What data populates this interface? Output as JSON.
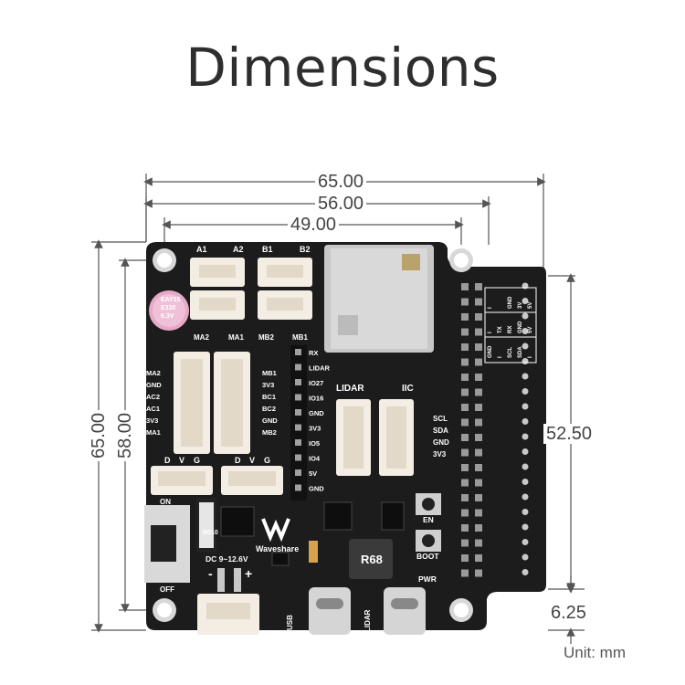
{
  "title": "Dimensions",
  "unit_label": "Unit: mm",
  "dimensions": {
    "top_outer": "65.00",
    "top_mid": "56.00",
    "top_inner": "49.00",
    "left_outer": "65.00",
    "left_inner": "58.00",
    "right_height": "52.50",
    "right_bottom": "6.25"
  },
  "board": {
    "colors": {
      "pcb": "#1c1c1c",
      "silk": "#ffffff",
      "connector": "#f3ede3",
      "gold": "#c9a64a"
    },
    "motor_headers": [
      "A1",
      "A2",
      "B1",
      "B2"
    ],
    "motor_bottom": [
      "MA2",
      "MA1",
      "MB2",
      "MB1"
    ],
    "left_pins": [
      "MA2",
      "GND",
      "AC2",
      "AC1",
      "3V3",
      "MA1"
    ],
    "right_pins_mid": [
      "MB1",
      "3V3",
      "BC1",
      "BC2",
      "GND",
      "MB2"
    ],
    "power_conn_labels": [
      "D",
      "V",
      "G",
      "D",
      "V",
      "G"
    ],
    "io_labels": [
      "RX",
      "LIDAR",
      "IO27",
      "IO16",
      "GND",
      "3V3",
      "IO5",
      "IO4",
      "5V",
      "GND"
    ],
    "lidar_label": "LIDAR",
    "iic_label": "IIC",
    "iic_pins": [
      "SCL",
      "SDA",
      "GND",
      "3V3"
    ],
    "cap_text": [
      "EAY15",
      "E330",
      "6.3V"
    ],
    "switch_on": "ON",
    "switch_off": "OFF",
    "resistor_text": "R010",
    "brand": "Waveshare",
    "dc_label": "DC 9~12.6V",
    "polarity_minus": "-",
    "polarity_plus": "+",
    "inductor_text": "R68",
    "en_label": "EN",
    "boot_label": "BOOT",
    "pwr_label": "PWR",
    "usb_label": "USB",
    "lidar_usb_label": "LIDAR",
    "table_row1": [
      "GND",
      "I",
      "SCL",
      "SDA",
      "I"
    ],
    "table_row2": [
      "I",
      "TX",
      "RX",
      "GND",
      "5V"
    ],
    "table_row3": [
      "I",
      "",
      "GND",
      "3V",
      "5V"
    ]
  }
}
